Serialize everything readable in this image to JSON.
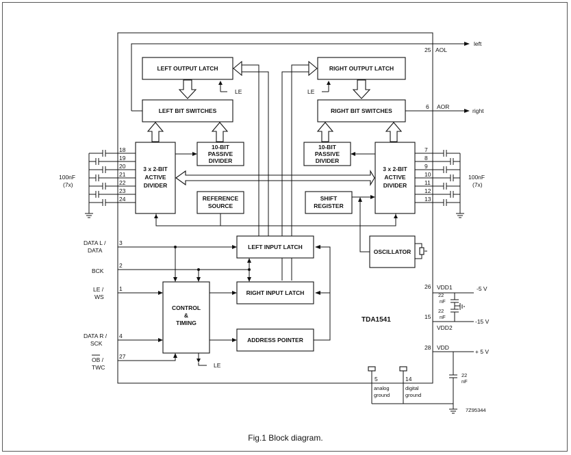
{
  "chip": "TDA1541",
  "caption": "Fig.1  Block diagram.",
  "ref_code": "7Z95344",
  "blocks": {
    "left_output_latch": "LEFT OUTPUT LATCH",
    "right_output_latch": "RIGHT OUTPUT LATCH",
    "left_bit_switches": "LEFT BIT SWITCHES",
    "right_bit_switches": "RIGHT BIT SWITCHES",
    "left_divider": [
      "3 x 2-BIT",
      "ACTIVE",
      "DIVIDER"
    ],
    "right_divider": [
      "3 x 2-BIT",
      "ACTIVE",
      "DIVIDER"
    ],
    "left_passive": [
      "10-BIT",
      "PASSIVE",
      "DIVIDER"
    ],
    "right_passive": [
      "10-BIT",
      "PASSIVE",
      "DIVIDER"
    ],
    "reference_source": [
      "REFERENCE",
      "SOURCE"
    ],
    "shift_register": [
      "SHIFT",
      "REGISTER"
    ],
    "oscillator": "OSCILLATOR",
    "left_input_latch": "LEFT INPUT LATCH",
    "right_input_latch": "RIGHT INPUT LATCH",
    "address_pointer": "ADDRESS POINTER",
    "control_timing": [
      "CONTROL",
      "&",
      "TIMING"
    ]
  },
  "outputs": {
    "aol_pin": "25",
    "aol": "AOL",
    "left": "left",
    "aor_pin": "6",
    "aor": "AOR",
    "right": "right"
  },
  "le": "LE",
  "left_cap_pins": [
    "18",
    "19",
    "20",
    "21",
    "22",
    "23",
    "24"
  ],
  "right_cap_pins": [
    "7",
    "8",
    "9",
    "10",
    "11",
    "12",
    "13"
  ],
  "cap_note": [
    "100nF",
    "(7x)"
  ],
  "inputs": [
    {
      "label": [
        "DATA L /",
        "DATA"
      ],
      "pin": "3"
    },
    {
      "label": [
        "BCK"
      ],
      "pin": "2"
    },
    {
      "label": [
        "LE /",
        "WS"
      ],
      "pin": "1"
    },
    {
      "label": [
        "DATA R /",
        "SCK"
      ],
      "pin": "4"
    },
    {
      "label": [
        "OB /",
        "TWC"
      ],
      "pin": "27"
    }
  ],
  "supplies": {
    "vdd1_pin": "26",
    "vdd1": "VDD1",
    "vdd1_volt": "-5 V",
    "vdd2_pin": "15",
    "vdd2": "VDD2",
    "vdd2_volt": "-15 V",
    "vdd_pin": "28",
    "vdd": "VDD",
    "vdd_volt": "+ 5 V",
    "cap": [
      "22",
      "nF"
    ]
  },
  "grounds": {
    "analog_pin": "5",
    "analog": [
      "analog",
      "ground"
    ],
    "digital_pin": "14",
    "digital": [
      "digital",
      "ground"
    ]
  }
}
